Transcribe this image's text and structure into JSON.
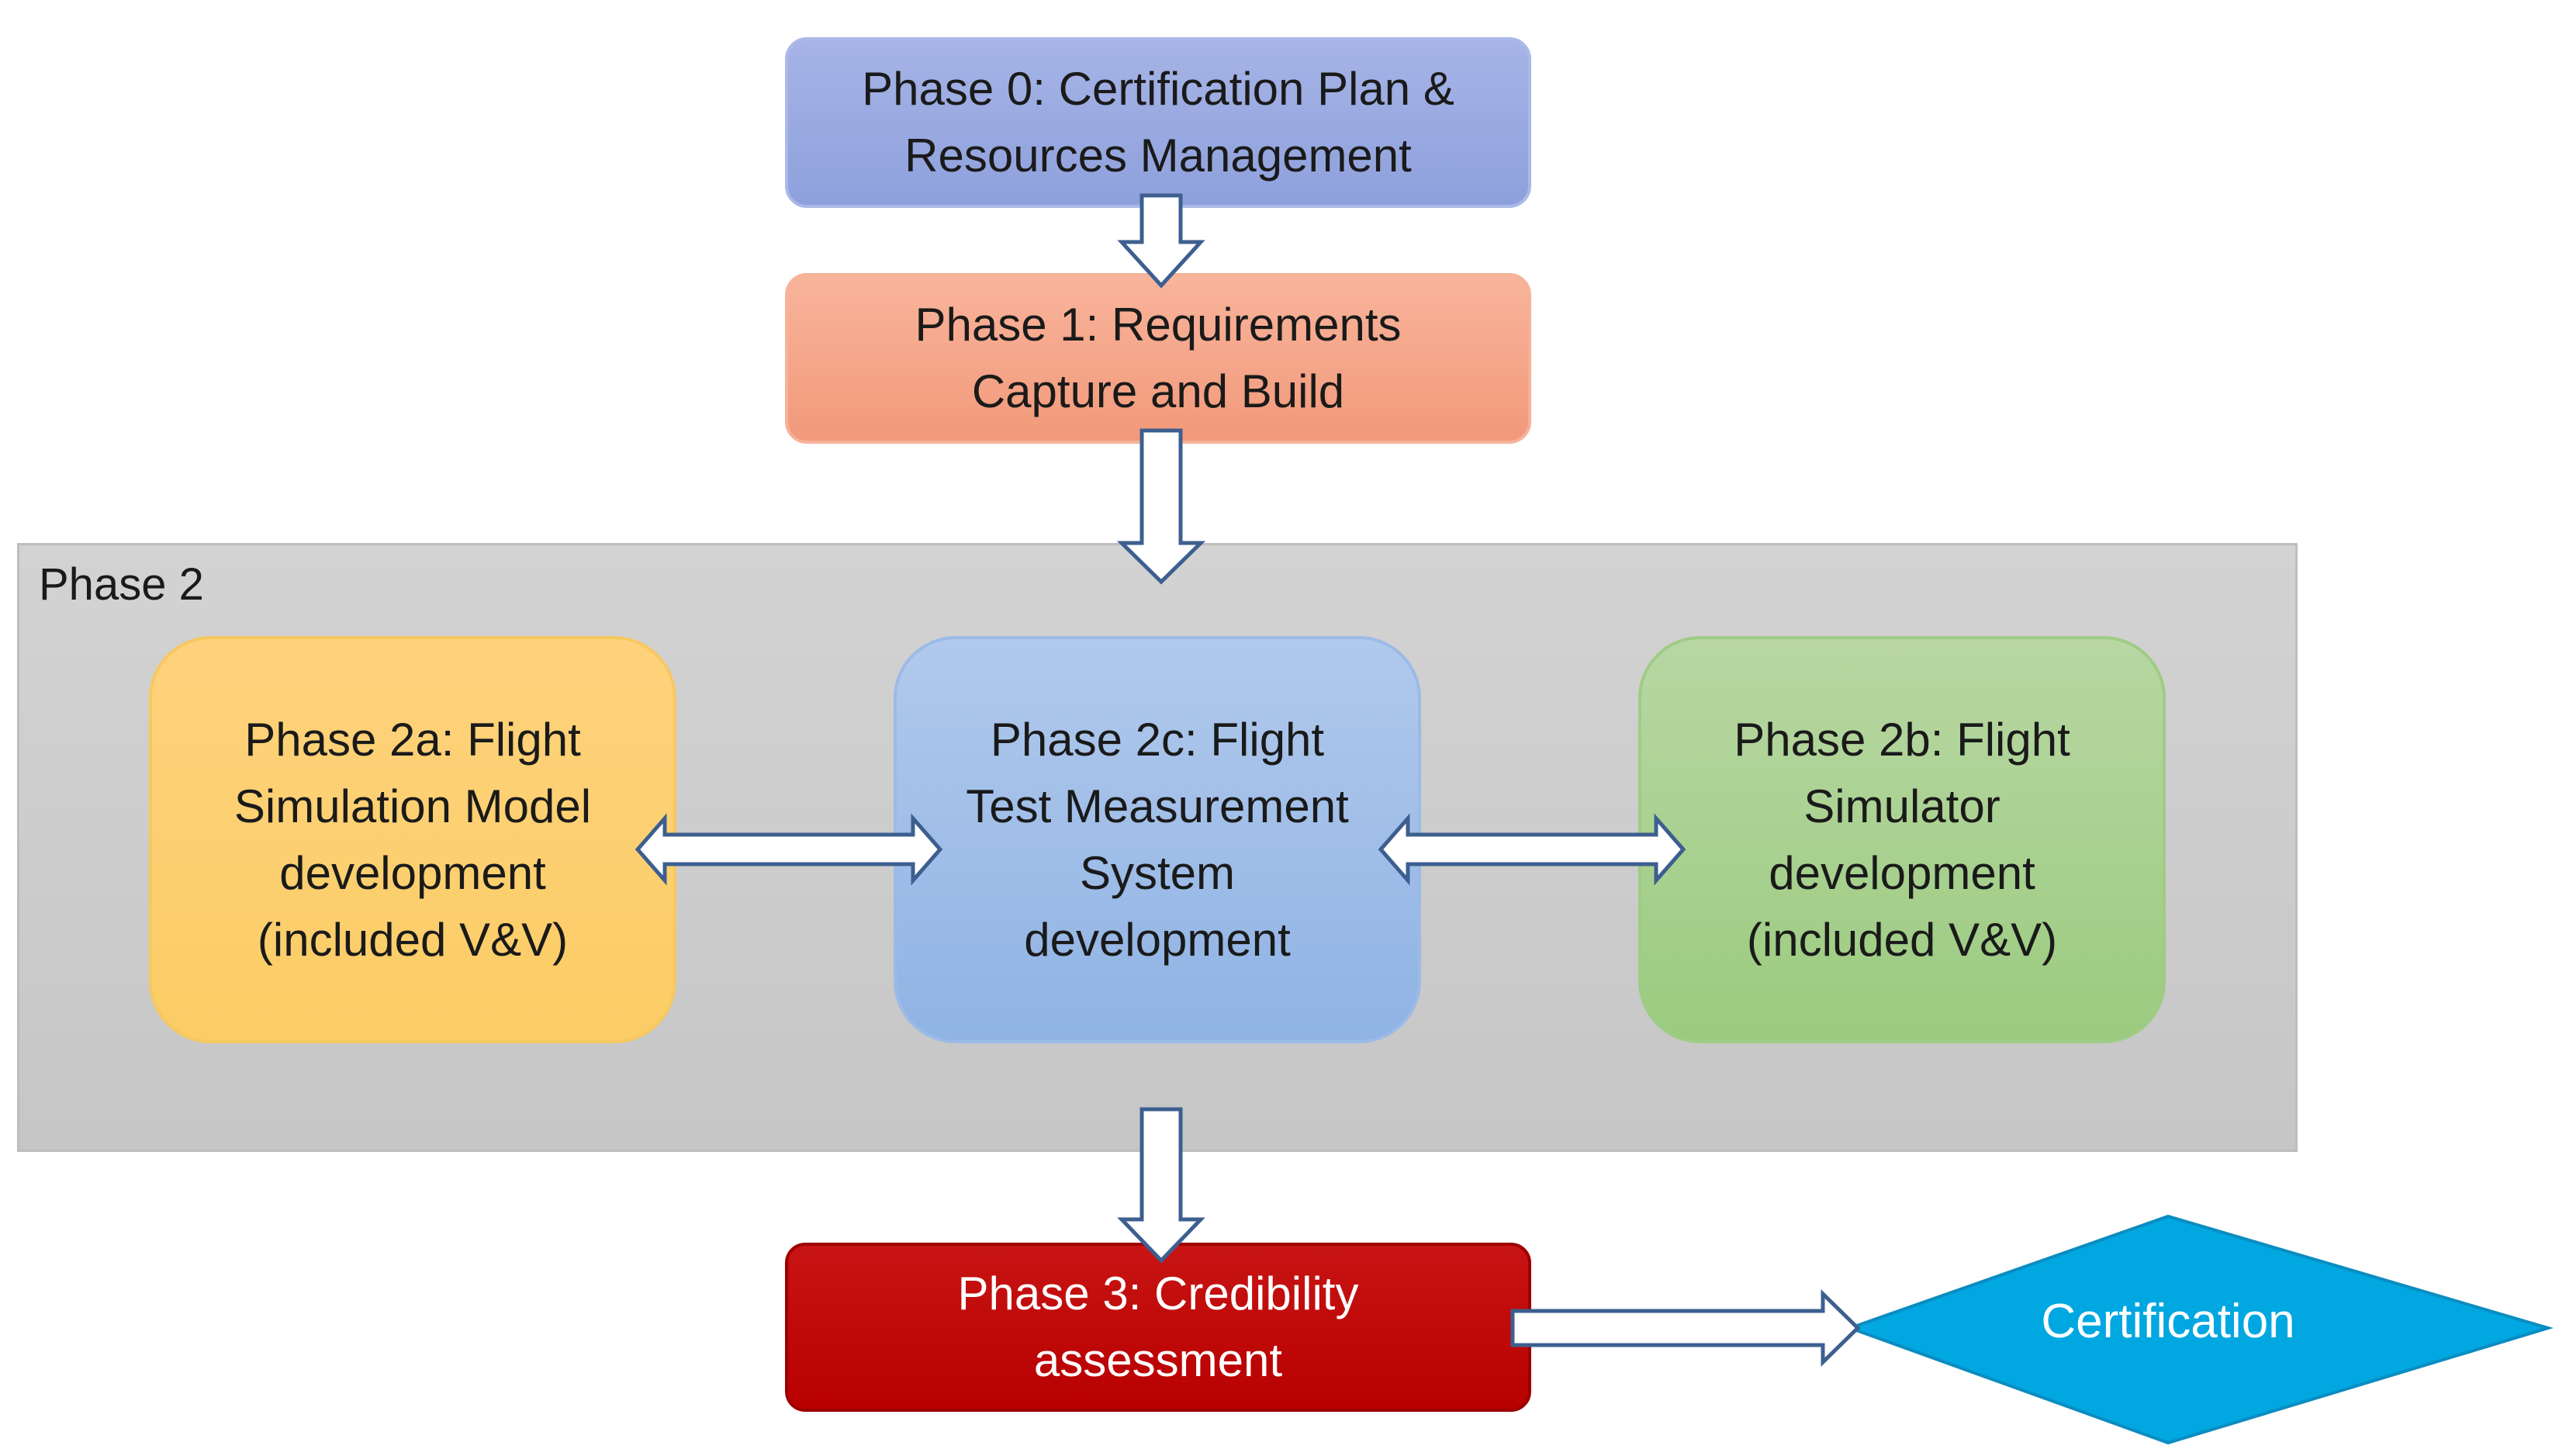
{
  "phase0": {
    "label": "Phase 0: Certification Plan &\nResources Management"
  },
  "phase1": {
    "label": "Phase 1: Requirements\nCapture and Build"
  },
  "phase2_group": {
    "label": "Phase 2"
  },
  "phase2a": {
    "label": "Phase 2a: Flight\nSimulation Model\ndevelopment\n(included V&V)"
  },
  "phase2c": {
    "label": "Phase 2c: Flight\nTest Measurement\nSystem\ndevelopment"
  },
  "phase2b": {
    "label": "Phase 2b: Flight\nSimulator\ndevelopment\n(included V&V)"
  },
  "phase3": {
    "label": "Phase 3: Credibility\nassessment"
  },
  "certification": {
    "label": "Certification"
  },
  "colors": {
    "phase0": "#8ea0dc",
    "phase1": "#f2997a",
    "phase2a": "#fbcd66",
    "phase2c": "#8fb3e4",
    "phase2b": "#9bcb7f",
    "phase3": "#b80000",
    "certification": "#00a7e1",
    "group": "#c8c8c8"
  }
}
